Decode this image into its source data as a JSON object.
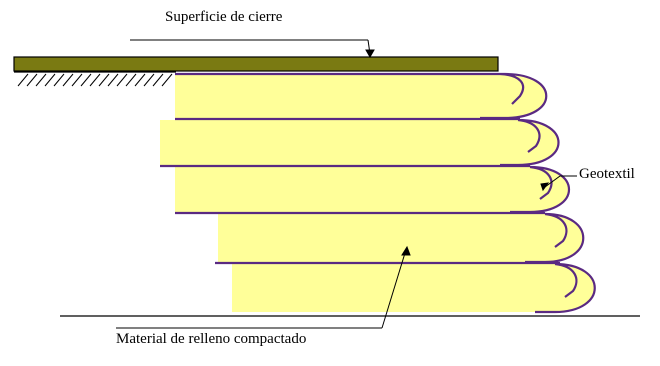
{
  "diagram": {
    "title": "",
    "labels": {
      "closure_surface": "Superficie de cierre",
      "geotextile": "Geotextil",
      "fill_material": "Material de relleno compactado"
    },
    "layer_count": 5
  },
  "colors": {
    "fill": "#ffff99",
    "geotextile": "#5a2a82",
    "cap": "#7a7a12",
    "ink": "#000000"
  }
}
